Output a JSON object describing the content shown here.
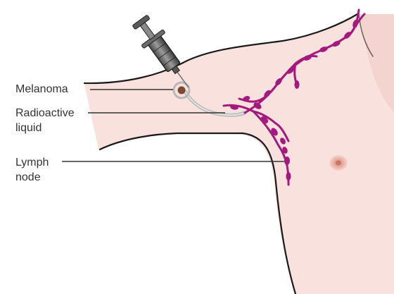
{
  "labels": {
    "melanoma": "Melanoma",
    "radioactive_line1": "Radioactive",
    "radioactive_line2": "liquid",
    "lymph_line1": "Lymph",
    "lymph_line2": "node"
  },
  "colors": {
    "skin": "#f9e1dd",
    "skin_shadow": "#f0c7c1",
    "outline": "#1a1a1a",
    "lymph": "#a3197d",
    "liquid_tube": "#b8b8b8",
    "melanoma": "#7a4a36",
    "nipple": "#e7a898",
    "label_text": "#333333",
    "leader_line": "#333333"
  },
  "icons": [
    "syringe-icon"
  ]
}
